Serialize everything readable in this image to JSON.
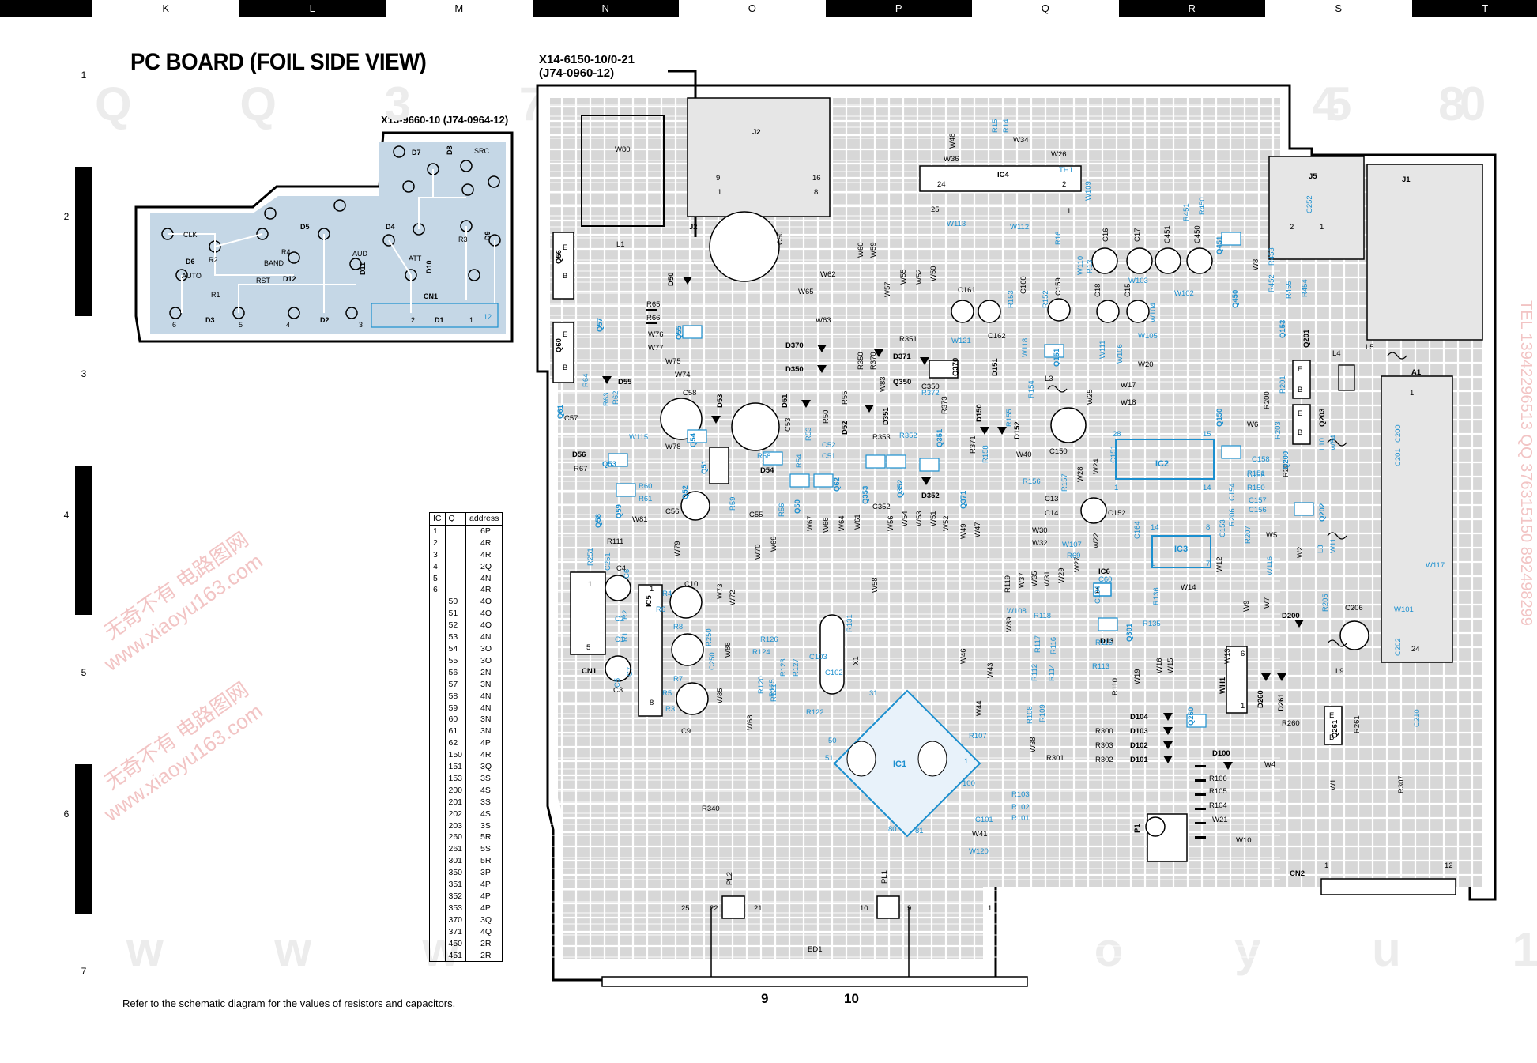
{
  "ruler_columns": [
    "K",
    "L",
    "M",
    "N",
    "O",
    "P",
    "Q",
    "R",
    "S",
    "T"
  ],
  "ruler_rows": [
    "1",
    "2",
    "3",
    "4",
    "5",
    "6",
    "7"
  ],
  "title": "PC BOARD  (FOIL SIDE VIEW)",
  "sub_board_label": "X13-9660-10 (J74-0964-12)",
  "main_board_label_1": "X14-6150-10/0-21",
  "main_board_label_2": "(J74-0960-12)",
  "footnote": "Refer to the schematic diagram for the values of resistors and capacitors.",
  "connector_9": "9",
  "connector_10": "10",
  "address_table": {
    "headers": [
      "IC",
      "Q",
      "address"
    ],
    "rows": [
      [
        "1",
        "",
        "6P"
      ],
      [
        "2",
        "",
        "4R"
      ],
      [
        "3",
        "",
        "4R"
      ],
      [
        "4",
        "",
        "2Q"
      ],
      [
        "5",
        "",
        "4N"
      ],
      [
        "6",
        "",
        "4R"
      ],
      [
        "",
        "50",
        "4O"
      ],
      [
        "",
        "51",
        "4O"
      ],
      [
        "",
        "52",
        "4O"
      ],
      [
        "",
        "53",
        "4N"
      ],
      [
        "",
        "54",
        "3O"
      ],
      [
        "",
        "55",
        "3O"
      ],
      [
        "",
        "56",
        "2N"
      ],
      [
        "",
        "57",
        "3N"
      ],
      [
        "",
        "58",
        "4N"
      ],
      [
        "",
        "59",
        "4N"
      ],
      [
        "",
        "60",
        "3N"
      ],
      [
        "",
        "61",
        "3N"
      ],
      [
        "",
        "62",
        "4P"
      ],
      [
        "",
        "150",
        "4R"
      ],
      [
        "",
        "151",
        "3Q"
      ],
      [
        "",
        "153",
        "3S"
      ],
      [
        "",
        "200",
        "4S"
      ],
      [
        "",
        "201",
        "3S"
      ],
      [
        "",
        "202",
        "4S"
      ],
      [
        "",
        "203",
        "3S"
      ],
      [
        "",
        "260",
        "5R"
      ],
      [
        "",
        "261",
        "5S"
      ],
      [
        "",
        "301",
        "5R"
      ],
      [
        "",
        "350",
        "3P"
      ],
      [
        "",
        "351",
        "4P"
      ],
      [
        "",
        "352",
        "4P"
      ],
      [
        "",
        "353",
        "4P"
      ],
      [
        "",
        "370",
        "3Q"
      ],
      [
        "",
        "371",
        "4Q"
      ],
      [
        "",
        "450",
        "2R"
      ],
      [
        "",
        "451",
        "2R"
      ]
    ]
  },
  "sub_board_parts": [
    "D7",
    "D8",
    "SRC",
    "D5",
    "D4",
    "CLK",
    "D6",
    "R2",
    "R4",
    "BAND",
    "AUD",
    "ATT",
    "R3",
    "D9",
    "AUTO",
    "RST",
    "D12",
    "D11",
    "D10",
    "R1",
    "CN1",
    "6",
    "5",
    "4",
    "3",
    "2",
    "1",
    "12",
    "D3",
    "D2",
    "D1"
  ],
  "main_board_parts": {
    "black": [
      "J2",
      "W80",
      "9",
      "16",
      "1",
      "8",
      "L1",
      "Q56",
      "E",
      "B",
      "D50",
      "R65",
      "R66",
      "W76",
      "W77",
      "W75",
      "W74",
      "Q60",
      "D55",
      "C57",
      "C58",
      "D53",
      "W78",
      "D56",
      "R67",
      "W81",
      "C56",
      "C55",
      "D54",
      "R111",
      "W79",
      "C4",
      "C10",
      "C3",
      "C9",
      "IC5",
      "CN1",
      "W70",
      "W69",
      "W72",
      "W73",
      "W86",
      "W85",
      "C50",
      "W62",
      "W65",
      "W63",
      "D370",
      "D350",
      "R351",
      "D371",
      "Q350",
      "C350",
      "R350",
      "R370",
      "W83",
      "D351",
      "R353",
      "C53",
      "D51",
      "D52",
      "R55",
      "R50",
      "W67",
      "W66",
      "W64",
      "W61",
      "W56",
      "W54",
      "W53",
      "W51",
      "W52",
      "W49",
      "W47",
      "C352",
      "D352",
      "W58",
      "W48",
      "W36",
      "W34",
      "W26",
      "IC4",
      "24",
      "TH1",
      "2",
      "W60",
      "W59",
      "W57",
      "W55",
      "W52",
      "W50",
      "25",
      "C161",
      "C160",
      "C159",
      "C162",
      "D151",
      "D150",
      "D152",
      "Q370",
      "R371",
      "R373",
      "W40",
      "C150",
      "L3",
      "W25",
      "C16",
      "C17",
      "C451",
      "C450",
      "C18",
      "C15",
      "W20",
      "W17",
      "W18",
      "W8",
      "J5",
      "J1",
      "L4",
      "L5",
      "A1",
      "Q201",
      "Q203",
      "W6",
      "R200",
      "R202",
      "W2",
      "W5",
      "C152",
      "C13",
      "C14",
      "W30",
      "W32",
      "W22",
      "W28",
      "W24",
      "R119",
      "W37",
      "W35",
      "W31",
      "W29",
      "W27",
      "W39",
      "W46",
      "W43",
      "W44",
      "W38",
      "R110",
      "W19",
      "W16",
      "W15",
      "W13",
      "WH1",
      "D13",
      "D260",
      "D261",
      "Q261",
      "R260",
      "R261",
      "IC6",
      "W9",
      "W7",
      "W12",
      "W14",
      "D200",
      "C206",
      "L9",
      "W4",
      "W1",
      "R307",
      "R106",
      "R105",
      "R104",
      "W21",
      "W10",
      "P1",
      "CN2",
      "12",
      "R300",
      "R303",
      "R302",
      "R301",
      "D104",
      "D103",
      "D102",
      "D101",
      "D100",
      "R340",
      "W68",
      "X1",
      "W41",
      "PL1",
      "PL2",
      "ED1",
      "25",
      "22",
      "21",
      "10",
      "9",
      "1"
    ],
    "blue": [
      "W113",
      "W112",
      "W109",
      "W110",
      "W111",
      "W103",
      "W102",
      "W104",
      "W105",
      "W106",
      "W107",
      "W108",
      "W101",
      "W115",
      "W116",
      "W117",
      "W118",
      "W120",
      "W121",
      "R15",
      "R16",
      "R13",
      "R14",
      "R153",
      "R152",
      "R154",
      "R155",
      "R156",
      "R157",
      "R158",
      "R372",
      "R352",
      "R58",
      "R59",
      "R60",
      "R61",
      "R62",
      "R63",
      "R64",
      "R54",
      "R56",
      "R53",
      "R51",
      "R52",
      "R5",
      "R6",
      "R7",
      "R3",
      "R4",
      "R8",
      "R126",
      "R124",
      "R125",
      "R123",
      "R127",
      "R122",
      "R120",
      "R121",
      "R131",
      "R118",
      "R117",
      "R116",
      "R115",
      "R113",
      "R112",
      "R114",
      "R109",
      "R108",
      "R107",
      "R103",
      "R102",
      "R101",
      "R135",
      "R136",
      "R150",
      "R151",
      "R201",
      "R203",
      "R205",
      "R206",
      "R207",
      "R451",
      "R450",
      "R452",
      "R453",
      "R454",
      "R455",
      "C1",
      "C2",
      "C5",
      "C6",
      "C7",
      "C8",
      "C250",
      "C251",
      "C52",
      "C51",
      "C103",
      "C102",
      "C101",
      "C151",
      "C153",
      "C154",
      "C155",
      "C156",
      "C157",
      "C158",
      "C164",
      "C104",
      "C60",
      "C252",
      "C200",
      "C201",
      "C202",
      "C210",
      "Q51",
      "Q52",
      "Q53",
      "Q54",
      "Q55",
      "Q57",
      "Q58",
      "Q59",
      "Q61",
      "Q62",
      "Q150",
      "Q151",
      "Q153",
      "Q200",
      "Q202",
      "Q260",
      "Q301",
      "Q351",
      "Q352",
      "Q353",
      "Q371",
      "Q450",
      "Q451",
      "IC1",
      "IC2",
      "IC3",
      "28",
      "14",
      "15",
      "31",
      "30",
      "50",
      "51",
      "80",
      "81",
      "100",
      "L10",
      "W84",
      "L8",
      "W11"
    ]
  },
  "colors": {
    "board_fill": "#d7d7d7",
    "trace": "#ffffff",
    "sub_board_fill": "#c5d7e6",
    "blue_part": "#1b8fcf",
    "outline": "#000000",
    "watermark_red": "#f2c4c4"
  }
}
